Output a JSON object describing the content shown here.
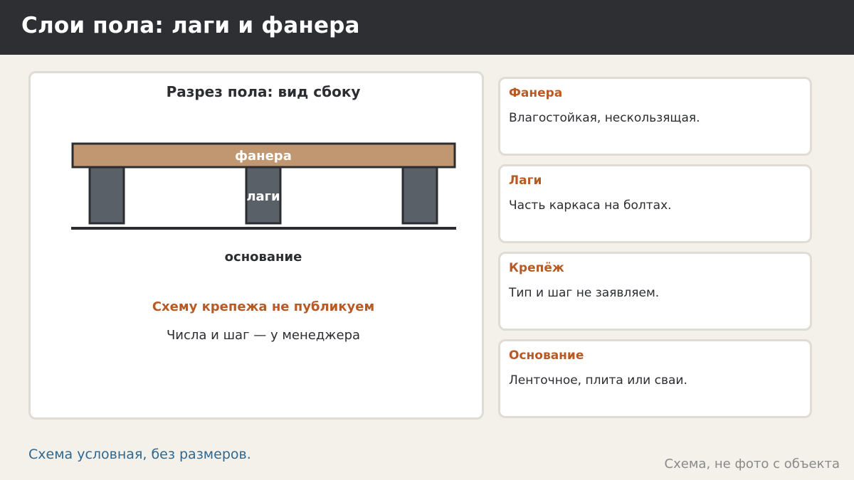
{
  "header": {
    "title": "Слои пола: лаги и фанера"
  },
  "diagram": {
    "title": "Разрез пола: вид сбоку",
    "plywood_label": "фанера",
    "joist_label": "лаги",
    "base_label": "основание",
    "notice_title": "Схему крепежа не публикуем",
    "notice_text": "Числа и шаг — у менеджера",
    "colors": {
      "plywood": "#c09770",
      "joist": "#5a6068",
      "outline": "#2b2d31",
      "accent": "#b95a25"
    }
  },
  "cards": [
    {
      "title": "Фанера",
      "text": "Влагостойкая, нескользящая."
    },
    {
      "title": "Лаги",
      "text": "Часть каркаса на болтах."
    },
    {
      "title": "Крепёж",
      "text": "Тип и шаг не заявляем."
    },
    {
      "title": "Основание",
      "text": "Ленточное, плита или сваи."
    }
  ],
  "footnote": "Схема условная, без размеров.",
  "watermark": "Схема, не фото с объекта"
}
